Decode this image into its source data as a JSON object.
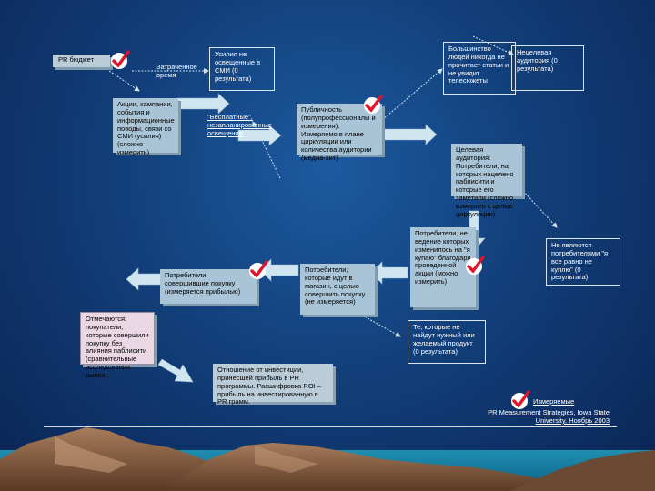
{
  "boxes": {
    "budget": "PR бюджет",
    "activities": "Акции, кампании, события и информационные поводы, связи со СМИ (усилия) (сложно измерить)",
    "publicity": "Публичность (полупрофессионалы и измерения). Измеряемо в плане циркуляции или количества аудитории (медиа-хит)",
    "target_audience": "Целевая аудитория: Потребители, на которых нацелено паблисити и которые его заметили (сложно измерить с целью циркуляции)",
    "consumers_changed": "Потребители, не ведение которых изменилось на \"я купаю\" благодаря проведенной акции (можно измерить)",
    "went_to_store": "Потребители, которые идут в магазин, с целью совершить покупку (не измеряется)",
    "bought": "Потребители, совершившие покупку (измеряется прибылью)",
    "sales_result": "Отмечаются: покупатели, которые совершили покупку без влияния паблисити (сравнительные исследования рынка)",
    "roi": "Отношение от инвестиции, принесшей прибыль в PR программы. Расшифровка ROI – прибыль на инвестированную в PR грамм."
  },
  "labels": {
    "own_time": "Затраченное время",
    "no_media": "Усилия не освещенные в СМИ (0 результата)",
    "free_media": "\"Бесплатные\", незапланированные освещения",
    "majority_ignore": "Большинство людей никогда не прочитает статьи и не увидит телесюжеты",
    "untargeted": "Нецелевая аудитория (0 результата)",
    "not_buyers": "Не являются потребителями \"я все равно не куплю\" (0 результата)",
    "not_found": "Те, которые не найдут нужный или желаемый продукт (0 результата)",
    "legend_title": "Измеряемые",
    "source": "PR Measurement Strategies, Iowa State University, Ноябрь 2003"
  }
}
